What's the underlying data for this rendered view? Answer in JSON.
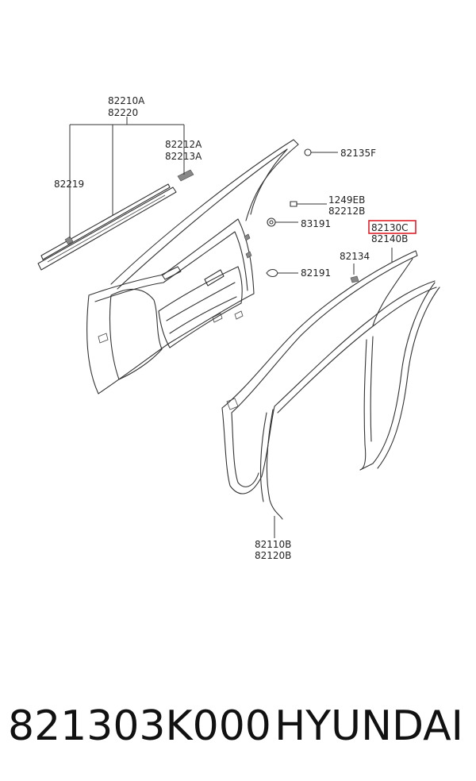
{
  "labels": {
    "l_82210A": "82210A",
    "l_82220": "82220",
    "l_82212A": "82212A",
    "l_82213A": "82213A",
    "l_82219": "82219",
    "l_82135F": "82135F",
    "l_1249EB": "1249EB",
    "l_82212B": "82212B",
    "l_83191": "83191",
    "l_82130C": "82130C",
    "l_82140B": "82140B",
    "l_82134": "82134",
    "l_82191": "82191",
    "l_82110B": "82110B",
    "l_82120B": "82120B"
  },
  "highlight_color": "#e0202a",
  "footer": {
    "part_number": "821303K000",
    "brand": "HYUNDAI"
  }
}
